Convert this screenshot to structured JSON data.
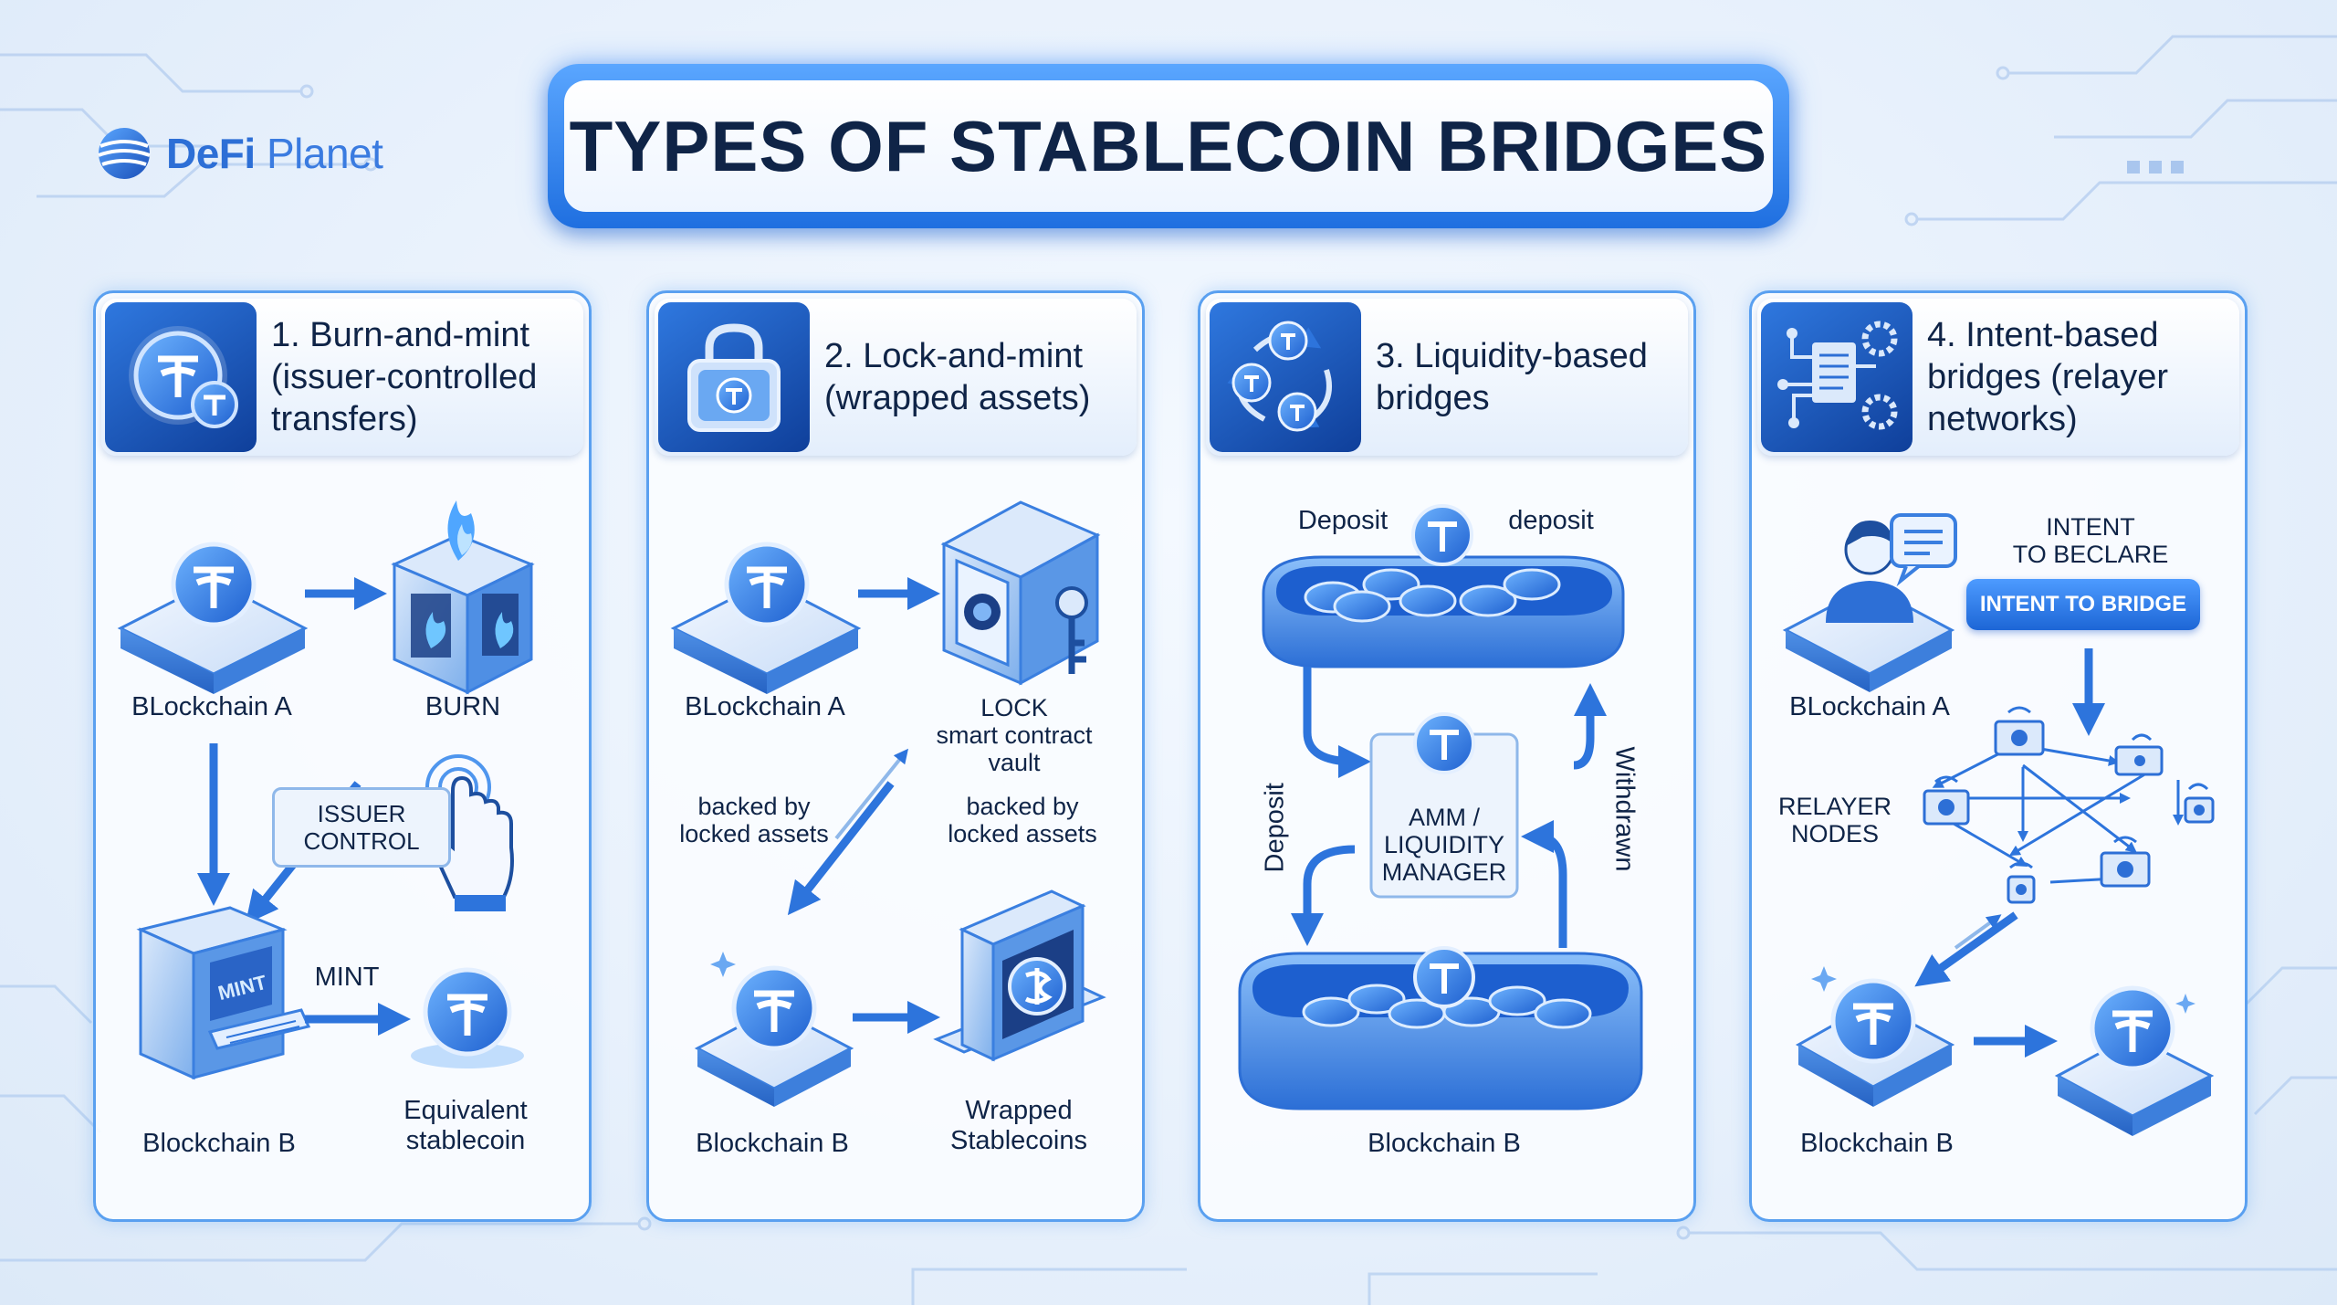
{
  "brand": {
    "logo_bold": "DeFi",
    "logo_light": "Planet"
  },
  "title": "TYPES OF STABLECOIN BRIDGES",
  "colors": {
    "accent": "#1f6fe0",
    "accent_light": "#5aa6ff",
    "text": "#0f2447",
    "panel_border": "#5aa0f0"
  },
  "panels": [
    {
      "title": "1. Burn-and-mint (issuer-controlled transfers)",
      "labels": {
        "chain_a": "BLockchain A",
        "burn": "BURN",
        "issuer_line1": "ISSUER",
        "issuer_line2": "CONTROL",
        "mint": "MINT",
        "chain_b": "Blockchain B",
        "equivalent_line1": "Equivalent",
        "equivalent_line2": "stablecoin"
      }
    },
    {
      "title": "2. Lock-and-mint (wrapped assets)",
      "labels": {
        "chain_a": "BLockchain A",
        "lock_line1": "LOCK",
        "lock_line2": "smart contract",
        "lock_line3": "vault",
        "backed_left_line1": "backed by",
        "backed_left_line2": "locked assets",
        "backed_right_line1": "backed by",
        "backed_right_line2": "locked assets",
        "chain_b": "Blockchain B",
        "wrapped_line1": "Wrapped",
        "wrapped_line2": "Stablecoins"
      }
    },
    {
      "title": "3. Liquidity-based bridges",
      "labels": {
        "deposit_top_left": "Deposit",
        "deposit_top_right": "deposit",
        "deposit_side": "Deposit",
        "withdrawn_side": "Withdrawn",
        "amm_line1": "AMM /",
        "amm_line2": "LIQUIDITY",
        "amm_line3": "MANAGER",
        "chain_b": "Blockchain B"
      }
    },
    {
      "title": "4. Intent-based bridges (relayer networks)",
      "labels": {
        "intent_line1": "INTENT",
        "intent_line2": "TO BECLARE",
        "intent_button": "INTENT TO BRIDGE",
        "chain_a": "BLockchain A",
        "relayer_line1": "RELAYER",
        "relayer_line2": "NODES",
        "chain_b": "Blockchain B"
      }
    }
  ]
}
